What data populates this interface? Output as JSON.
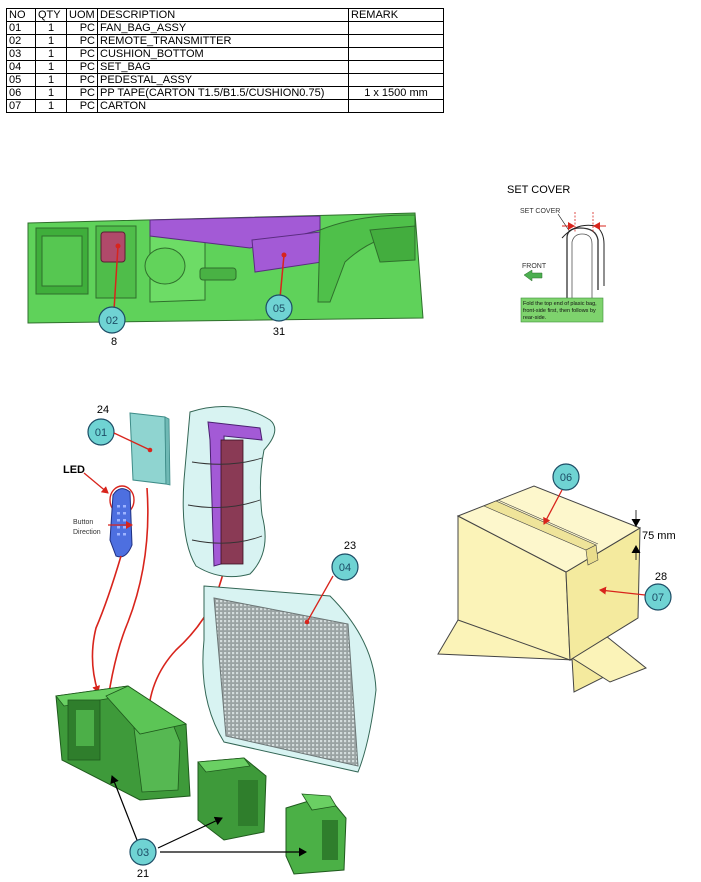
{
  "table": {
    "headers": [
      "NO",
      "QTY",
      "UOM",
      "DESCRIPTION",
      "REMARK"
    ],
    "rows": [
      {
        "no": "01",
        "qty": "1",
        "uom": "PC",
        "desc": "FAN_BAG_ASSY",
        "remark": ""
      },
      {
        "no": "02",
        "qty": "1",
        "uom": "PC",
        "desc": "REMOTE_TRANSMITTER",
        "remark": ""
      },
      {
        "no": "03",
        "qty": "1",
        "uom": "PC",
        "desc": "CUSHION_BOTTOM",
        "remark": ""
      },
      {
        "no": "04",
        "qty": "1",
        "uom": "PC",
        "desc": "SET_BAG",
        "remark": ""
      },
      {
        "no": "05",
        "qty": "1",
        "uom": "PC",
        "desc": "PEDESTAL_ASSY",
        "remark": ""
      },
      {
        "no": "06",
        "qty": "1",
        "uom": "PC",
        "desc": "PP TAPE(CARTON T1.5/B1.5/CUSHION0.75)",
        "remark": "1 x 1500 mm"
      },
      {
        "no": "07",
        "qty": "1",
        "uom": "PC",
        "desc": "CARTON",
        "remark": ""
      }
    ]
  },
  "top_view": {
    "bubble_02": "02",
    "bubble_05": "05",
    "num_02": "8",
    "num_05": "31"
  },
  "set_cover": {
    "title": "SET COVER",
    "label": "SET COVER",
    "front_label": "FRONT",
    "note_line1": "Fold the top end of plasic bag,",
    "note_line2": "front-side first, then follows by",
    "note_line3": "rear-side."
  },
  "exploded": {
    "num_01": "24",
    "bubble_01": "01",
    "led_label": "LED",
    "button_line1": "Button",
    "button_line2": "Direction",
    "num_04": "23",
    "bubble_04": "04",
    "bubble_03": "03",
    "num_03": "21"
  },
  "carton": {
    "bubble_06": "06",
    "tape_dim": "75 mm",
    "num_07": "28",
    "bubble_07": "07"
  },
  "colors": {
    "cushion_green": "#5fd25a",
    "cushion_green_dark": "#3e8f3a",
    "pedestal_purple": "#a35ad6",
    "remote_blue": "#4d6fe0",
    "bubble_teal": "#6fd3d3",
    "callout_red": "#d8241c",
    "carton_yellow": "#fbf3b8",
    "bag_cyan": "#d8f3f2",
    "fan_bag_teal": "#8fd4d0"
  }
}
